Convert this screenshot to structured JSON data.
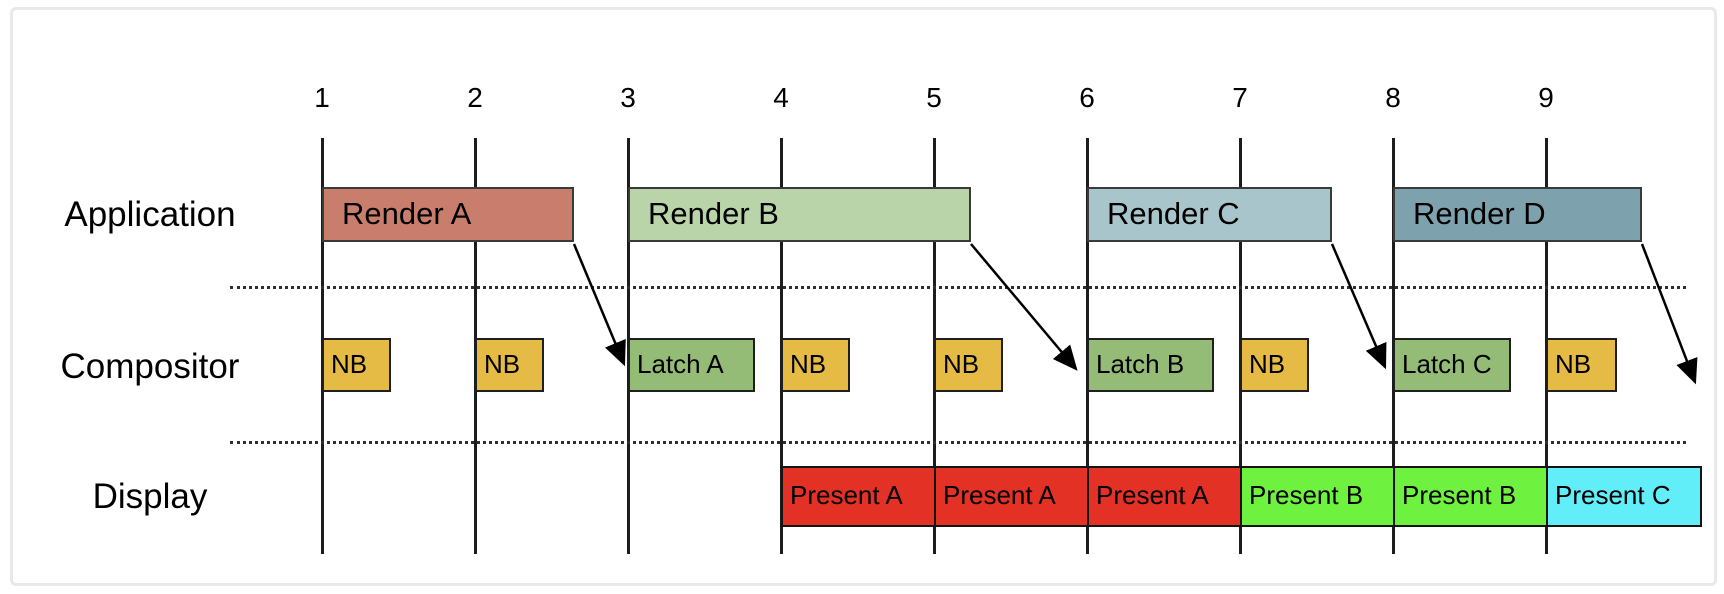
{
  "timeline": {
    "ticks": [
      {
        "label": "1"
      },
      {
        "label": "2"
      },
      {
        "label": "3"
      },
      {
        "label": "4"
      },
      {
        "label": "5"
      },
      {
        "label": "6"
      },
      {
        "label": "7"
      },
      {
        "label": "8"
      },
      {
        "label": "9"
      }
    ]
  },
  "lanes": {
    "application": {
      "label": "Application",
      "blocks": [
        {
          "label": "Render A",
          "color": "#c97e6d"
        },
        {
          "label": "Render B",
          "color": "#b8d4a8"
        },
        {
          "label": "Render C",
          "color": "#a9c5cc"
        },
        {
          "label": "Render D",
          "color": "#7ea2ad"
        }
      ]
    },
    "compositor": {
      "label": "Compositor",
      "blocks": [
        {
          "label": "NB",
          "color": "#e5ba45"
        },
        {
          "label": "NB",
          "color": "#e5ba45"
        },
        {
          "label": "Latch A",
          "color": "#94bc77"
        },
        {
          "label": "NB",
          "color": "#e5ba45"
        },
        {
          "label": "NB",
          "color": "#e5ba45"
        },
        {
          "label": "Latch B",
          "color": "#94bc77"
        },
        {
          "label": "NB",
          "color": "#e5ba45"
        },
        {
          "label": "Latch C",
          "color": "#94bc77"
        },
        {
          "label": "NB",
          "color": "#e5ba45"
        }
      ]
    },
    "display": {
      "label": "Display",
      "blocks": [
        {
          "label": "Present A",
          "color": "#e43126"
        },
        {
          "label": "Present A",
          "color": "#e43126"
        },
        {
          "label": "Present A",
          "color": "#e43126"
        },
        {
          "label": "Present B",
          "color": "#6ff23f"
        },
        {
          "label": "Present B",
          "color": "#6ff23f"
        },
        {
          "label": "Present C",
          "color": "#62eef8"
        }
      ]
    }
  },
  "arrows": [
    {
      "from": "Render A",
      "to": "Latch A"
    },
    {
      "from": "Render B",
      "to": "Latch B"
    },
    {
      "from": "Render C",
      "to": "Latch C"
    },
    {
      "from": "Render D",
      "to": "off-diagram"
    }
  ],
  "colors": {
    "frame_border": "#e8e9ed",
    "vsync_line": "#1c1c1c",
    "arrow": "#000000"
  }
}
